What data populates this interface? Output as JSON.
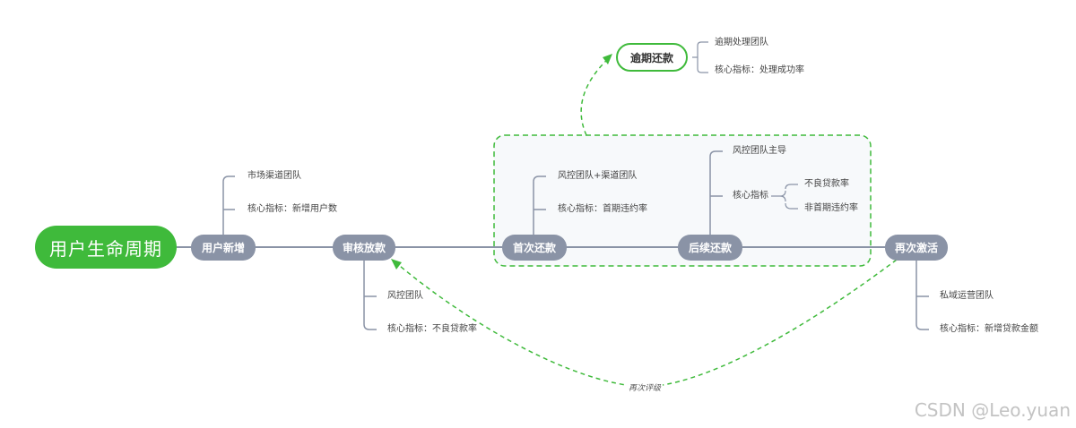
{
  "root": {
    "label": "用户生命周期"
  },
  "stages": {
    "acquire": {
      "label": "用户新增"
    },
    "review": {
      "label": "审核放款"
    },
    "first": {
      "label": "首次还款"
    },
    "followup": {
      "label": "后续还款"
    },
    "reactivate": {
      "label": "再次激活"
    },
    "overdue": {
      "label": "逾期还款"
    }
  },
  "leaves": {
    "acquire_team": "市场渠道团队",
    "acquire_kpi": "核心指标：新增用户数",
    "review_team": "风控团队",
    "review_kpi": "核心指标：不良贷款率",
    "first_team": "风控团队+渠道团队",
    "first_kpi": "核心指标：首期违约率",
    "followup_team": "风控团队主导",
    "followup_kpi": "核心指标",
    "followup_kpi_a": "不良贷款率",
    "followup_kpi_b": "非首期违约率",
    "overdue_team": "逾期处理团队",
    "overdue_kpi": "核心指标：处理成功率",
    "reactivate_team": "私域运营团队",
    "reactivate_kpi": "核心指标：新增贷款金额"
  },
  "edge_label": "再次评级",
  "watermark": "CSDN @Leo.yuan",
  "colors": {
    "green": "#3fba3b",
    "stage": "#8a93a6",
    "line": "#8a93a6",
    "dashed": "#3fba3b",
    "group_fill": "#f7f9fb"
  }
}
